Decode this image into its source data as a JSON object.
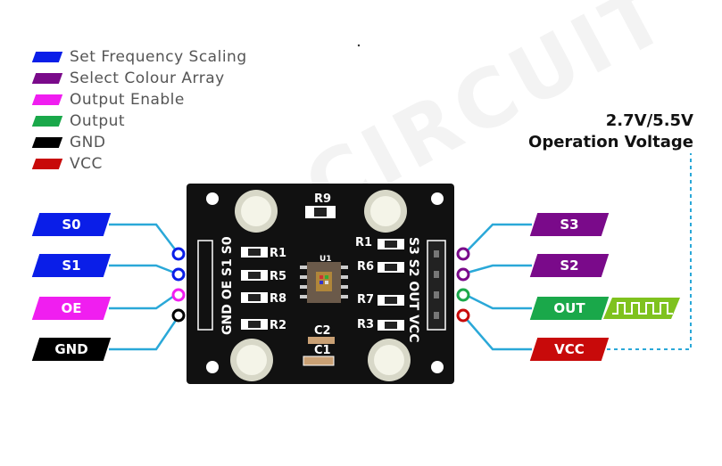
{
  "legend": [
    {
      "label": "Set Frequency Scaling",
      "color": "#0a1ee8"
    },
    {
      "label": "Select Colour Array",
      "color": "#7a0a8a"
    },
    {
      "label": "Output Enable",
      "color": "#f01ef0"
    },
    {
      "label": "Output",
      "color": "#1aa84a"
    },
    {
      "label": "GND",
      "color": "#000000"
    },
    {
      "label": "VCC",
      "color": "#c80a0a"
    }
  ],
  "left_pins": [
    {
      "label": "S0",
      "color": "#0a1ee8"
    },
    {
      "label": "S1",
      "color": "#0a1ee8"
    },
    {
      "label": "OE",
      "color": "#f01ef0"
    },
    {
      "label": "GND",
      "color": "#000000"
    }
  ],
  "right_pins": [
    {
      "label": "S3",
      "color": "#7a0a8a"
    },
    {
      "label": "S2",
      "color": "#7a0a8a"
    },
    {
      "label": "OUT",
      "color": "#1aa84a"
    },
    {
      "label": "VCC",
      "color": "#c80a0a"
    }
  ],
  "voltage": {
    "line1": "2.7V/5.5V",
    "line2": "Operation Voltage"
  },
  "board": {
    "left_header": "GND OE S1 S0",
    "right_header": "S3 S2 OUT VCC",
    "chip": "U1",
    "resistors": [
      "R9",
      "R1",
      "R5",
      "R8",
      "R2",
      "R1",
      "R6",
      "R7",
      "R3"
    ],
    "capacitors": [
      "C2",
      "C1"
    ]
  },
  "watermark": "CIRCUIT"
}
